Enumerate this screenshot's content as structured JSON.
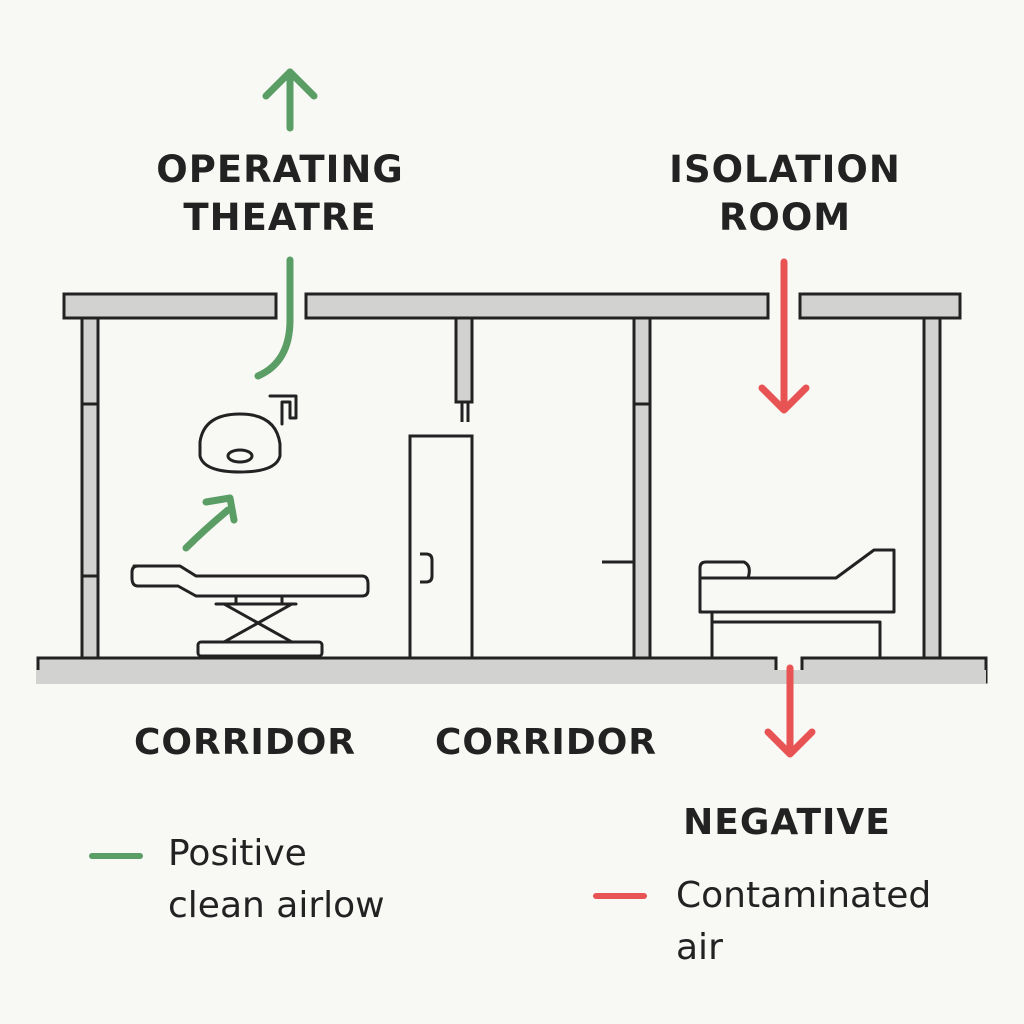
{
  "rooms": {
    "operating": {
      "line1": "OPERATING",
      "line2": "THEATRE"
    },
    "isolation": {
      "line1": "ISOLATION",
      "line2": "ROOM"
    }
  },
  "corridors": {
    "left": "CORRIDOR",
    "right": "CORRIDOR"
  },
  "pressure": {
    "negative": "NEGATIVE"
  },
  "legend": {
    "positive": {
      "line1": "Positive",
      "line2": "clean airlow",
      "color": "#5a9e66"
    },
    "contaminated": {
      "line1": "Contaminated",
      "line2": "air",
      "color": "#e85454"
    }
  },
  "colors": {
    "wall_fill": "#d2d2d0",
    "stroke": "#222222",
    "clean_air": "#5a9e66",
    "contaminated_air": "#e85454"
  }
}
